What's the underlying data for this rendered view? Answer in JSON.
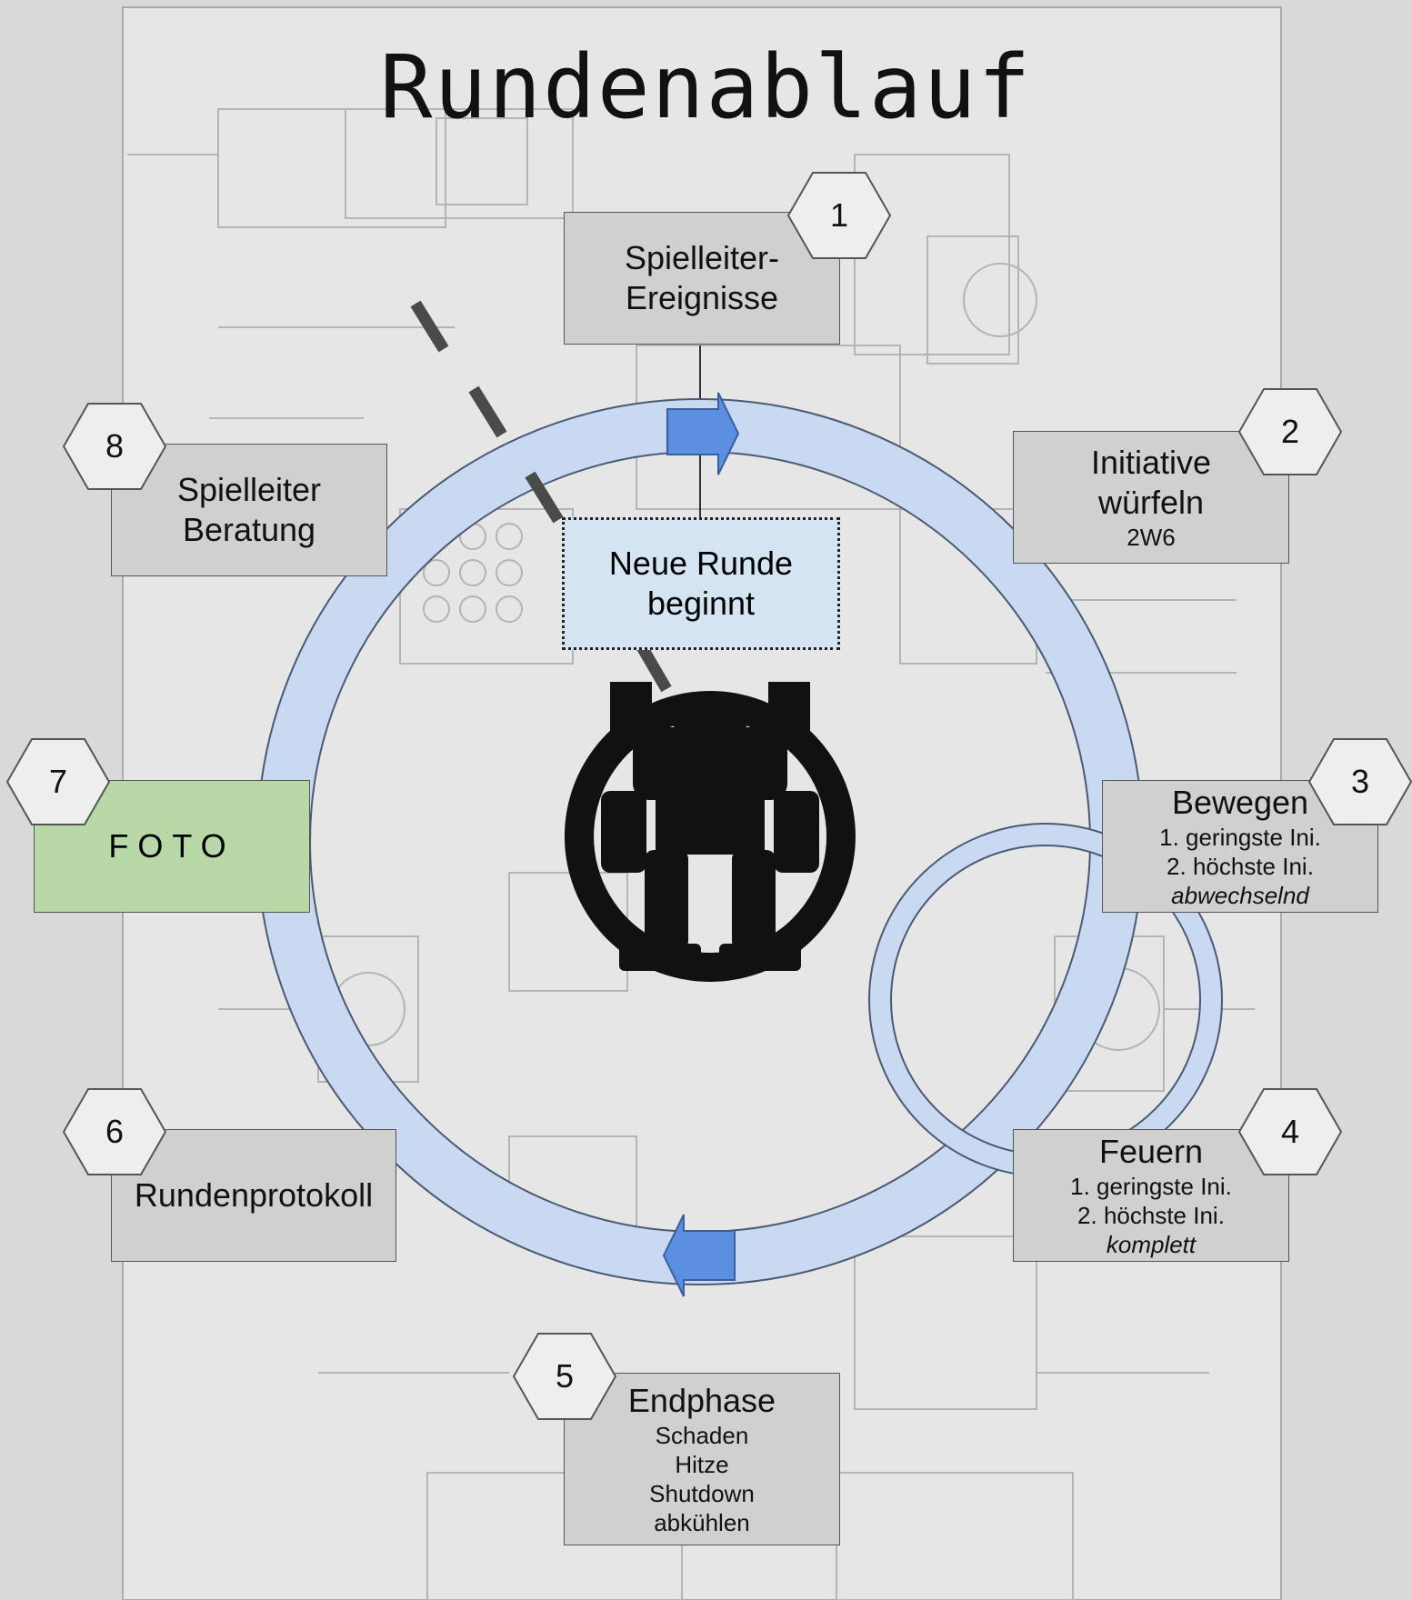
{
  "title": "Rundenablauf",
  "center": {
    "label": "Neue Runde\nbeginnt"
  },
  "steps": [
    {
      "number": "1",
      "title": "Spielleiter-\nEreignisse",
      "details": []
    },
    {
      "number": "2",
      "title": "Initiative\nwürfeln",
      "details": [
        {
          "text": "2W6"
        }
      ]
    },
    {
      "number": "3",
      "title": "Bewegen",
      "details": [
        {
          "text": "1. geringste Ini."
        },
        {
          "text": "2. höchste Ini."
        },
        {
          "text": "abwechselnd",
          "italic": true
        }
      ]
    },
    {
      "number": "4",
      "title": "Feuern",
      "details": [
        {
          "text": "1. geringste Ini."
        },
        {
          "text": "2. höchste Ini."
        },
        {
          "text": "komplett",
          "italic": true
        }
      ]
    },
    {
      "number": "5",
      "title": "Endphase",
      "details": [
        {
          "text": "Schaden"
        },
        {
          "text": "Hitze"
        },
        {
          "text": "Shutdown"
        },
        {
          "text": "abkühlen"
        }
      ]
    },
    {
      "number": "6",
      "title": "Rundenprotokoll",
      "details": []
    },
    {
      "number": "7",
      "title": "FOTO",
      "details": []
    },
    {
      "number": "8",
      "title": "Spielleiter\nBeratung",
      "details": []
    }
  ],
  "colors": {
    "background": "#dcdcdc",
    "box_fill": "#d0d0d0",
    "hex_fill": "#eeeeee",
    "center_fill": "#d4e4f3",
    "foto_fill": "#b8d8a8",
    "ring_fill": "#c9d9f2",
    "arrow_fill": "#5b8fdf",
    "dash": "#444444"
  },
  "icons": [
    "mech-silhouette-icon",
    "blueprint-background"
  ]
}
